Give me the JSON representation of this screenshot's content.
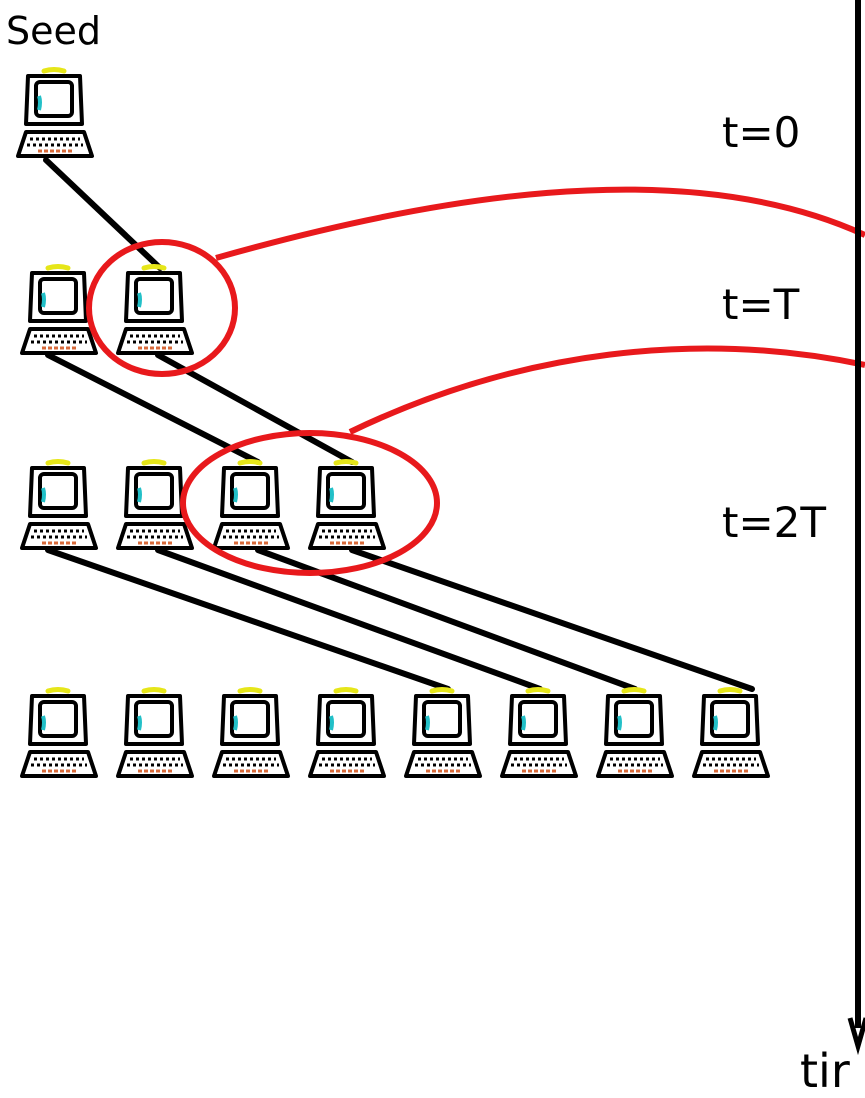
{
  "seed_label": "Seed",
  "time_labels": [
    "t=0",
    "t=T",
    "t=2T"
  ],
  "axis_label": "tir",
  "colors": {
    "edge": "#000000",
    "highlight": "#e8191c",
    "monitor_frame": "#000000",
    "screen": "#ffffff",
    "screen_accent": "#22c0c8",
    "top_accent": "#e6e619",
    "keyboard_dots": "#000000",
    "keyboard_accent": "#d86a3a"
  },
  "generations": [
    {
      "time": "t=0",
      "nodes": 1
    },
    {
      "time": "t=T",
      "nodes": 2
    },
    {
      "time": "t=2T",
      "nodes": 4
    },
    {
      "time": "",
      "nodes": 8
    }
  ],
  "icons": [
    "computer-icon",
    "time-arrow-icon",
    "highlight-circle",
    "callout-line"
  ]
}
